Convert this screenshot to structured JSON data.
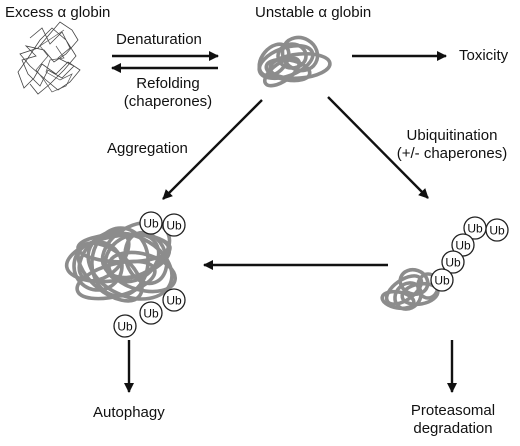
{
  "nodes": {
    "excess_globin": "Excess α globin",
    "unstable_globin": "Unstable α globin",
    "toxicity": "Toxicity",
    "autophagy": "Autophagy",
    "proteasomal_line1": "Proteasomal",
    "proteasomal_line2": "degradation"
  },
  "edges": {
    "denaturation": "Denaturation",
    "refolding_line1": "Refolding",
    "refolding_line2": "(chaperones)",
    "aggregation": "Aggregation",
    "ubiquitination_line1": "Ubiquitination",
    "ubiquitination_line2": "(+/- chaperones)"
  },
  "ubiquitin_tag": "Ub",
  "colors": {
    "protein": "#8c8c8c",
    "arrow": "#111111",
    "tag_stroke": "#222222"
  }
}
